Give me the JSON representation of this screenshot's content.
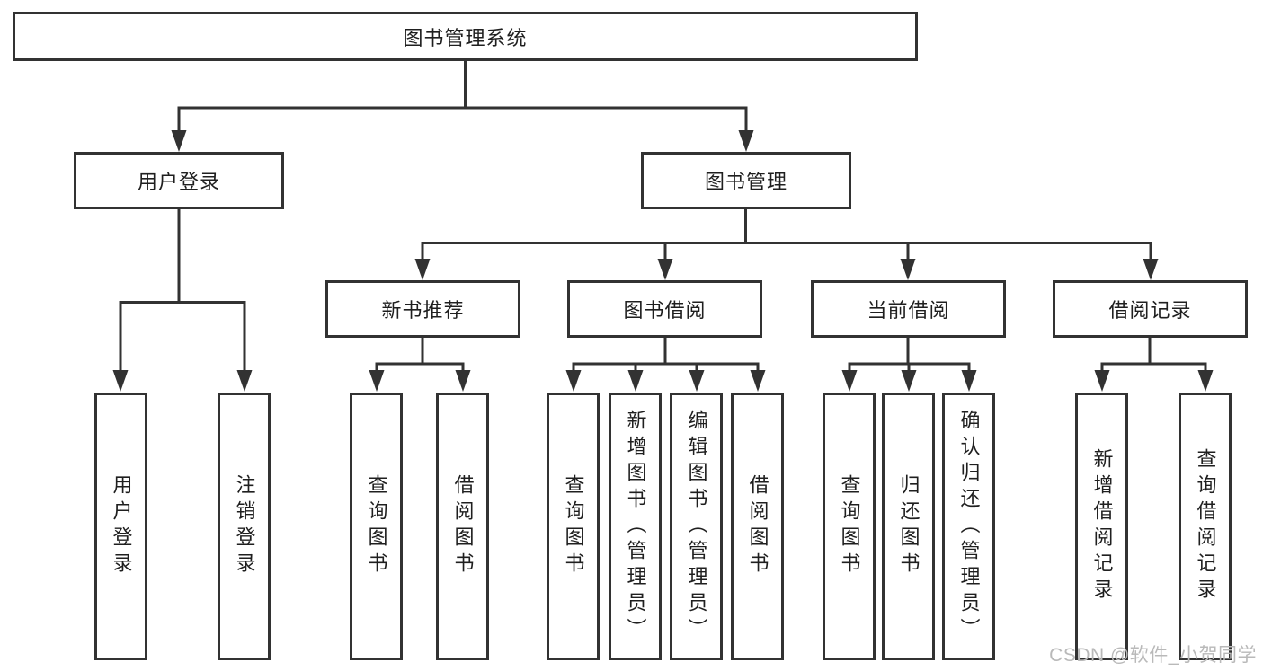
{
  "tree": {
    "root": {
      "label": "图书管理系统"
    },
    "branches": [
      {
        "label": "用户登录",
        "children": [
          {
            "label": "用户登录"
          },
          {
            "label": "注销登录"
          }
        ]
      },
      {
        "label": "图书管理",
        "children": [
          {
            "label": "新书推荐",
            "children": [
              {
                "label": "查询图书"
              },
              {
                "label": "借阅图书"
              }
            ]
          },
          {
            "label": "图书借阅",
            "children": [
              {
                "label": "查询图书"
              },
              {
                "label": "新增图书（管理员）"
              },
              {
                "label": "编辑图书（管理员）"
              },
              {
                "label": "借阅图书"
              }
            ]
          },
          {
            "label": "当前借阅",
            "children": [
              {
                "label": "查询图书"
              },
              {
                "label": "归还图书"
              },
              {
                "label": "确认归还（管理员）"
              }
            ]
          },
          {
            "label": "借阅记录",
            "children": [
              {
                "label": "新增借阅记录"
              },
              {
                "label": "查询借阅记录"
              }
            ]
          }
        ]
      }
    ]
  },
  "watermark": {
    "text": "CSDN @软件_小贺同学"
  },
  "colors": {
    "line": "#323232",
    "box_fill": "#ffffff",
    "text": "#1f1f1f",
    "watermark": "#b9b9b9",
    "background": "#ffffff"
  }
}
